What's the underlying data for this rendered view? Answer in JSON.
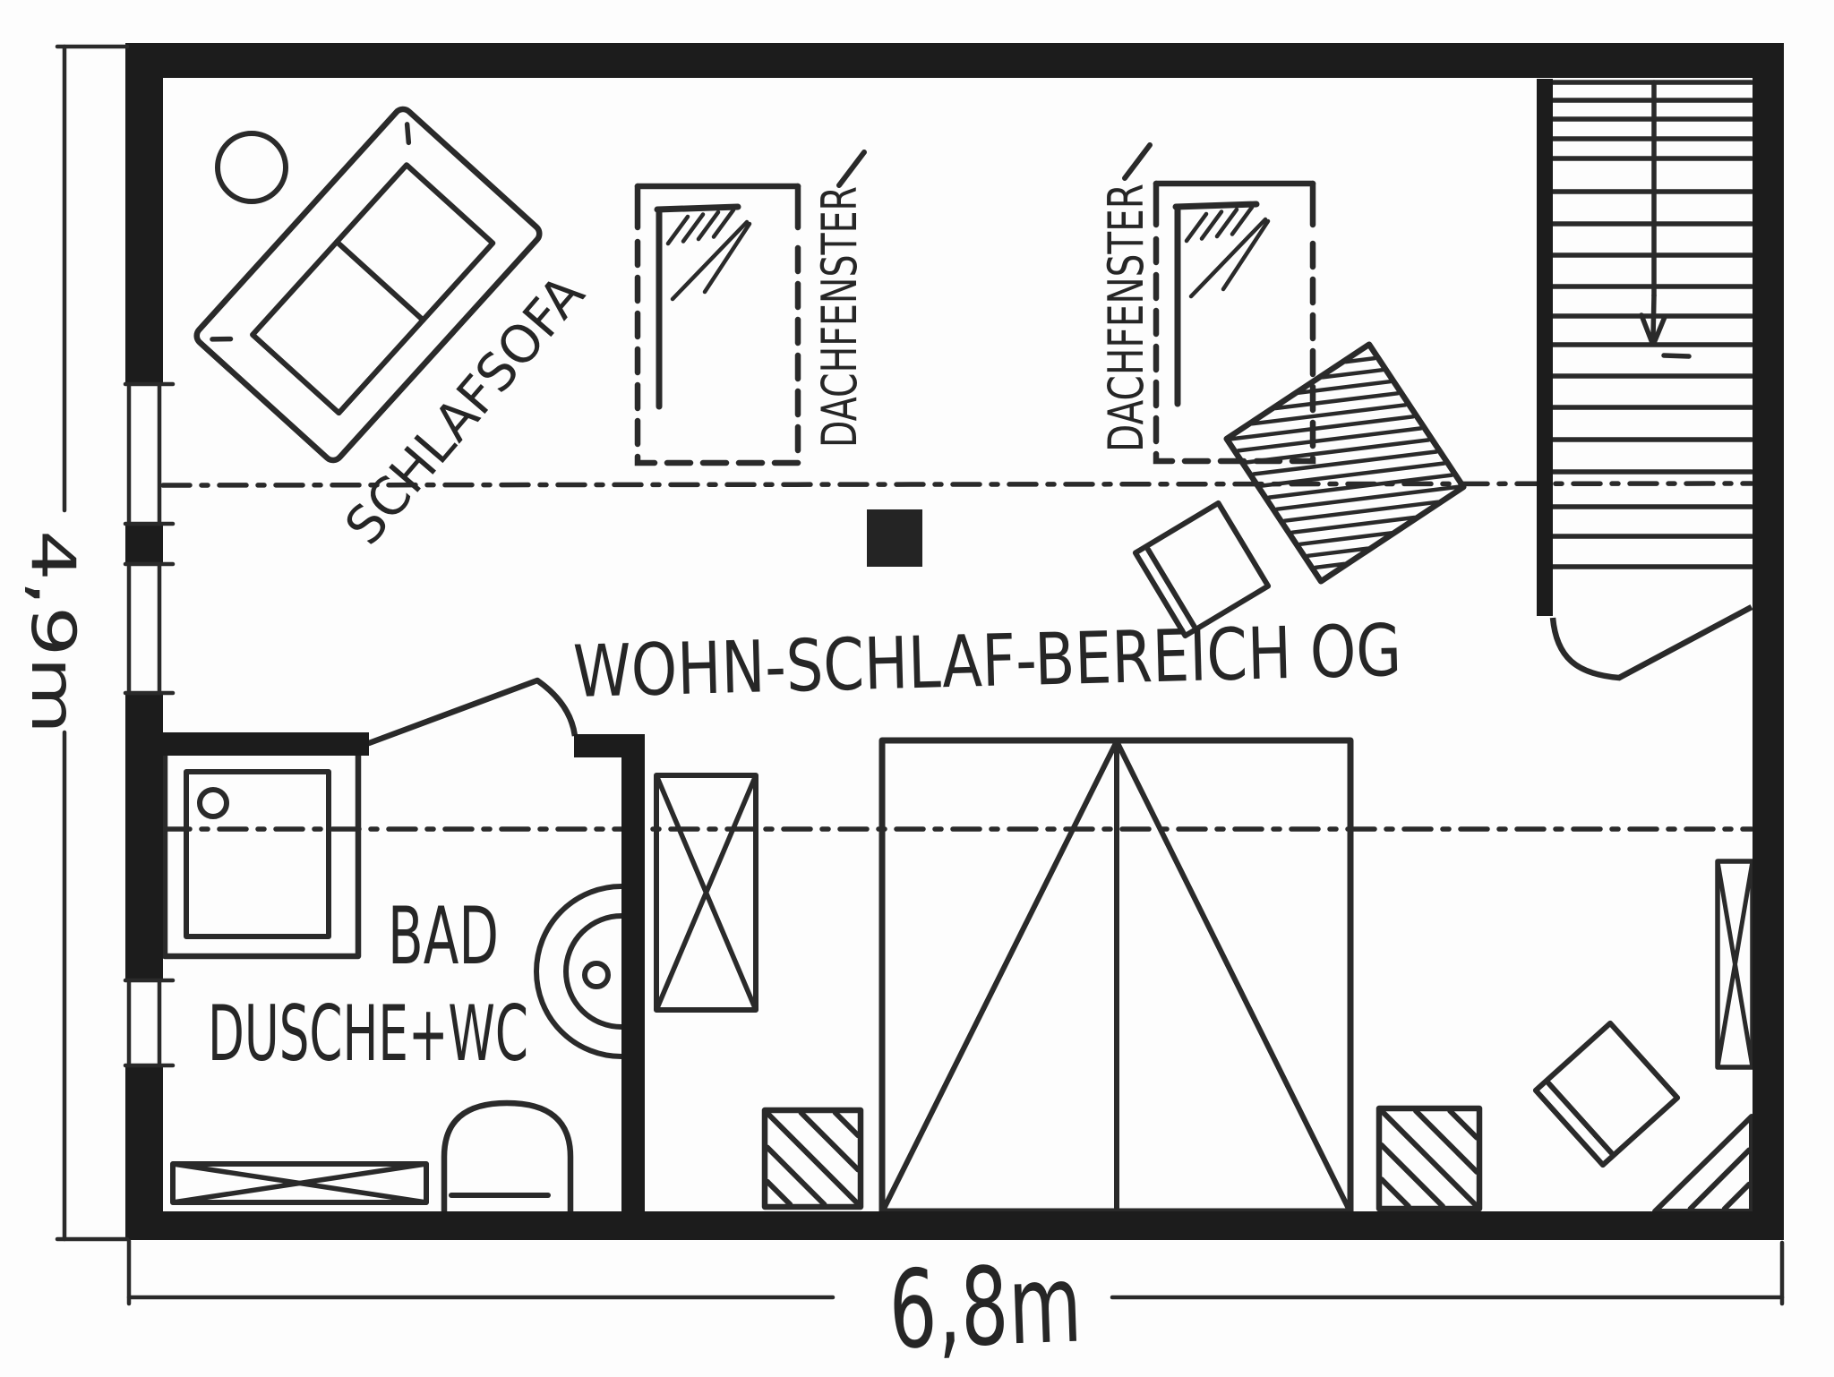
{
  "document": {
    "type": "hand-drawn floor plan sketch",
    "floor": "OG (Obergeschoss / upper floor)",
    "background_color": "#fdfdfd",
    "ink_color": "#2a2a2a",
    "wall_color": "#1c1c1c"
  },
  "labels": {
    "room_main": "WOHN-SCHLAF-BEREICH OG",
    "bathroom_line1": "BAD",
    "bathroom_line2": "DUSCHE+WC",
    "sofa": "SCHLAFSOFA",
    "roof_window_left": "DACHFENSTER",
    "roof_window_right": "DACHFENSTER"
  },
  "dimensions": {
    "width_label": "6,8m",
    "height_label": "4,9m"
  },
  "rooms": [
    {
      "name": "Wohn-Schlaf-Bereich OG",
      "label": "WOHN-SCHLAF-BEREICH OG"
    },
    {
      "name": "Bad",
      "label": "BAD DUSCHE+WC"
    }
  ],
  "furniture_symbols": [
    "schlafsofa (sleeping sofa, rotated)",
    "round side table",
    "two roof windows (dachfenster, dashed outline)",
    "hatched square table with chair",
    "staircase with down arrow",
    "double bed with two nightstands",
    "wardrobe (crossed rectangle)",
    "radiator (crossed rectangle at right wall)",
    "corner shelf (hatched triangle)",
    "chair (rotated square, bottom right)",
    "shower with drain",
    "washbasin (half circle)",
    "wc (toilet)",
    "bath radiator (crossed rectangle)",
    "chimney block (filled square)"
  ],
  "annotation_lines": [
    "dash-dot knee-wall line upper",
    "dash-dot knee-wall line lower"
  ]
}
